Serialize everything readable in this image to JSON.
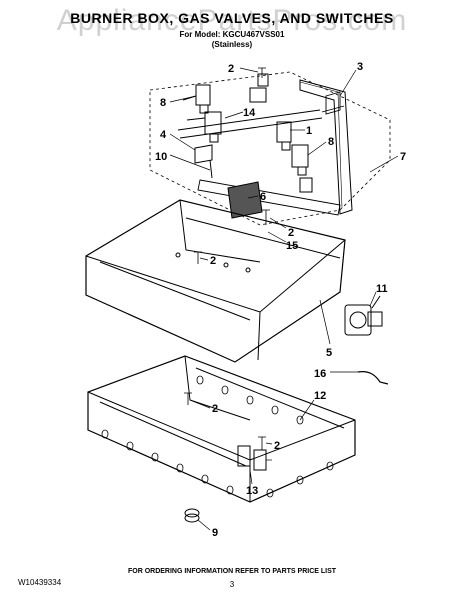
{
  "header": {
    "title": "BURNER BOX, GAS VALVES, AND SWITCHES",
    "model_line": "For Model: KGCU467VSS01",
    "variant": "(Stainless)"
  },
  "watermark": "AppliancePartsPros.com",
  "footer": {
    "doc_number": "W10439334",
    "instruction": "FOR ORDERING INFORMATION REFER TO PARTS PRICE LIST",
    "page_number": "3"
  },
  "callouts": [
    "2",
    "3",
    "8",
    "14",
    "1",
    "8",
    "4",
    "10",
    "6",
    "7",
    "2",
    "15",
    "2",
    "11",
    "5",
    "16",
    "12",
    "2",
    "2",
    "13",
    "9"
  ]
}
